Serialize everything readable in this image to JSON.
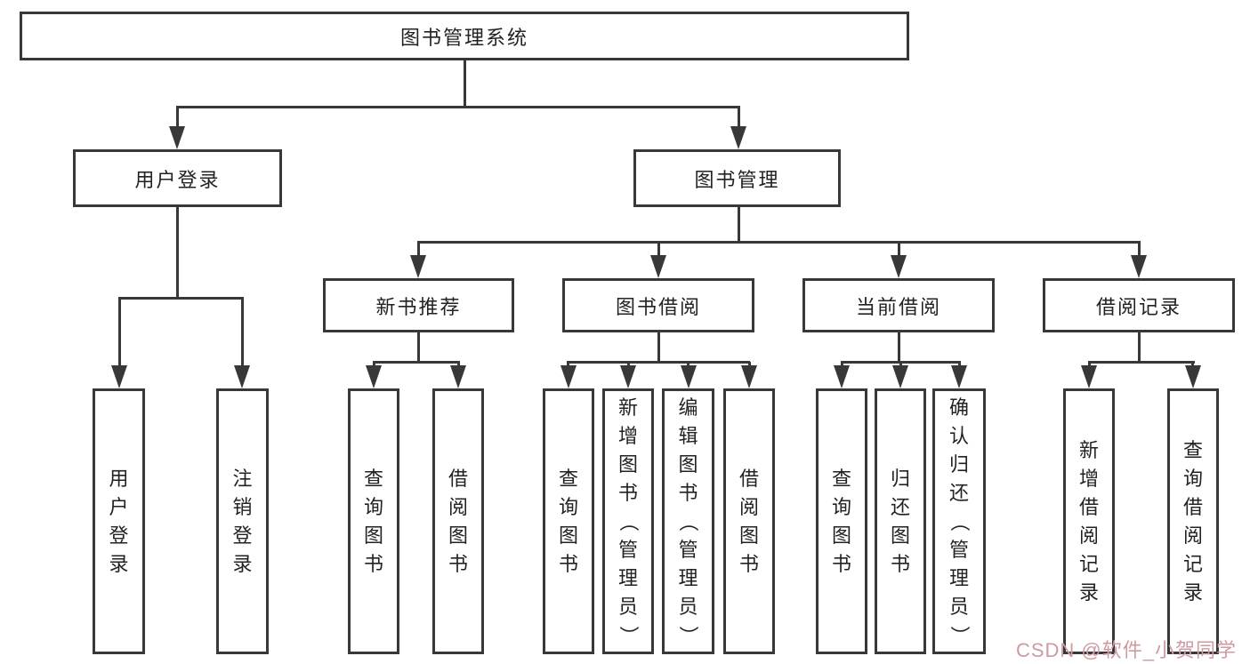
{
  "diagram": {
    "title": "图书管理系统",
    "nodes": {
      "root": "图书管理系统",
      "user_login": "用户登录",
      "book_mgmt": "图书管理",
      "new_book_rec": "新书推荐",
      "book_borrow": "图书借阅",
      "current_borrow": "当前借阅",
      "borrow_record": "借阅记录",
      "leaf_user_login": "用户登录",
      "leaf_logout": "注销登录",
      "leaf_query_book_rec": "查询图书",
      "leaf_borrow_book_rec": "借阅图书",
      "leaf_query_book_borrow": "查询图书",
      "leaf_add_book": "新增图书（管理员）",
      "leaf_edit_book": "编辑图书（管理员）",
      "leaf_borrow_book_borrow": "借阅图书",
      "leaf_query_book_current": "查询图书",
      "leaf_return_book": "归还图书",
      "leaf_confirm_return": "确认归还（管理员）",
      "leaf_add_borrow_record": "新增借阅记录",
      "leaf_query_borrow_record": "查询借阅记录"
    },
    "line_color": "#383838"
  },
  "watermark": {
    "text": "CSDN @软件_小贺同学",
    "color": "#cf9aa0"
  }
}
